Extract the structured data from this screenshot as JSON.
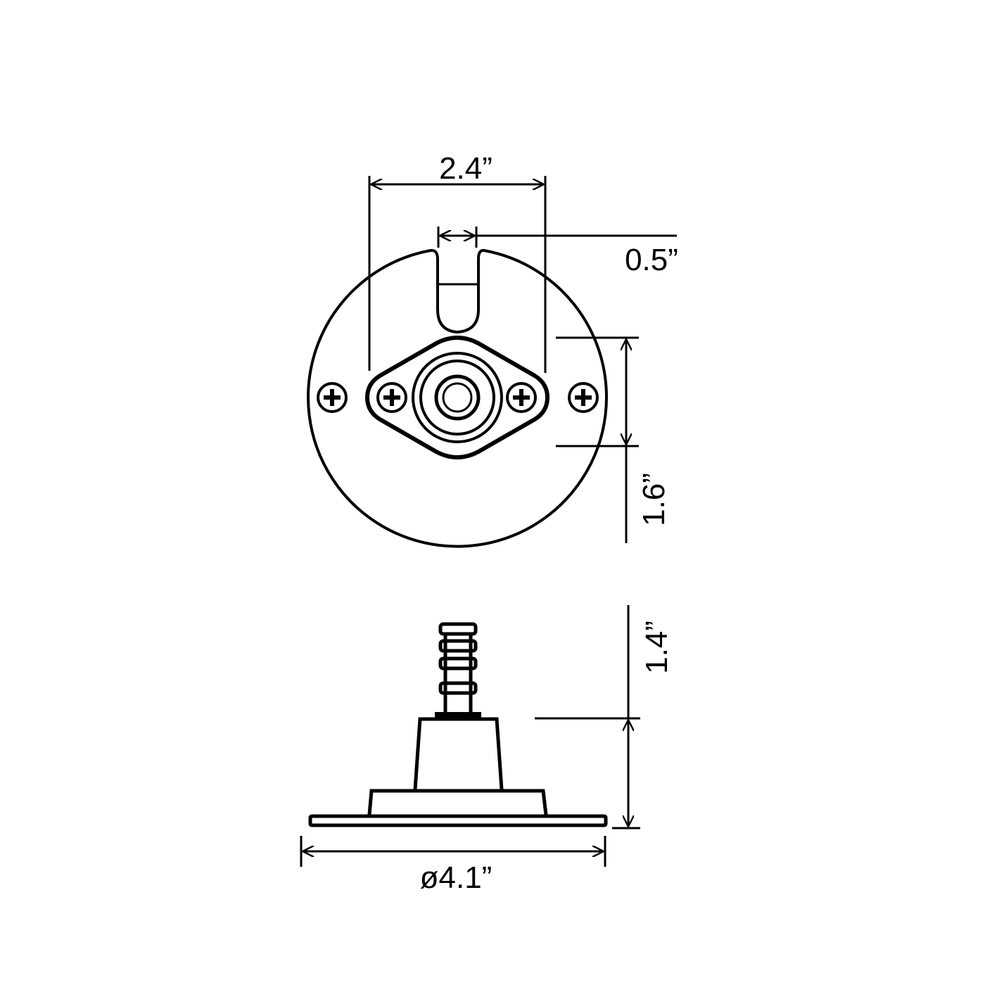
{
  "top_view": {
    "dimensions": {
      "width": "2.4”",
      "slot_width": "0.5”",
      "hole_spacing": "1.6”"
    }
  },
  "side_view": {
    "dimensions": {
      "height": "1.4”",
      "diameter": "ø4.1”"
    }
  },
  "colors": {
    "line": "#000000",
    "background": "#ffffff"
  }
}
